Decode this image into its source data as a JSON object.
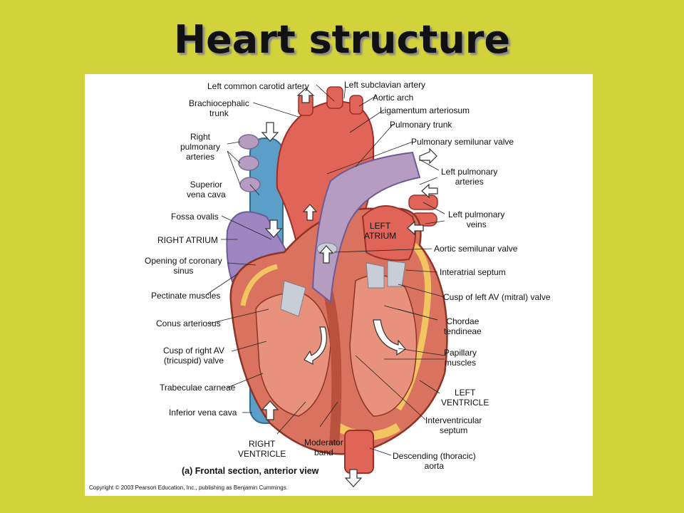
{
  "title": "Heart structure",
  "caption": "(a) Frontal section, anterior view",
  "copyright": "Copyright © 2003 Pearson Education, Inc., publishing as Benjamin Cummings.",
  "labels": {
    "left_common_carotid": "Left common carotid artery",
    "left_subclavian": "Left subclavian artery",
    "aortic_arch": "Aortic arch",
    "ligamentum_arteriosum": "Ligamentum arteriosum",
    "pulmonary_trunk": "Pulmonary trunk",
    "brachiocephalic": "Brachiocephalic\ntrunk",
    "right_pulmonary_arteries": "Right\npulmonary\narteries",
    "superior_vena_cava": "Superior\nvena cava",
    "fossa_ovalis": "Fossa ovalis",
    "right_atrium": "RIGHT ATRIUM",
    "coronary_sinus": "Opening of coronary\nsinus",
    "pectinate_muscles": "Pectinate muscles",
    "conus_arteriosus": "Conus arteriosus",
    "tricuspid_valve": "Cusp of right AV\n(tricuspid) valve",
    "trabeculae_carneae": "Trabeculae carneae",
    "inferior_vena_cava": "Inferior vena cava",
    "right_ventricle": "RIGHT\nVENTRICLE",
    "moderator_band": "Moderator\nband",
    "pulmonary_semilunar_valve": "Pulmonary semilunar valve",
    "left_pulmonary_arteries": "Left pulmonary\narteries",
    "left_pulmonary_veins": "Left pulmonary\nveins",
    "left_atrium": "LEFT\nATRIUM",
    "aortic_semilunar_valve": "Aortic semilunar valve",
    "interatrial_septum": "Interatrial septum",
    "mitral_valve": "Cusp of left AV (mitral) valve",
    "chordae_tendineae": "Chordae\ntendineae",
    "papillary_muscles": "Papillary\nmuscles",
    "left_ventricle": "LEFT\nVENTRICLE",
    "interventricular_septum": "Interventricular\nseptum",
    "descending_aorta": "Descending (thoracic)\naorta"
  },
  "colors": {
    "background": "#d2d23b",
    "artery_red": "#e06458",
    "myocardium": "#d9725e",
    "vein_blue": "#5b9fc8",
    "pulmonary_purple": "#b59cc0",
    "fat_yellow": "#f2c560"
  }
}
